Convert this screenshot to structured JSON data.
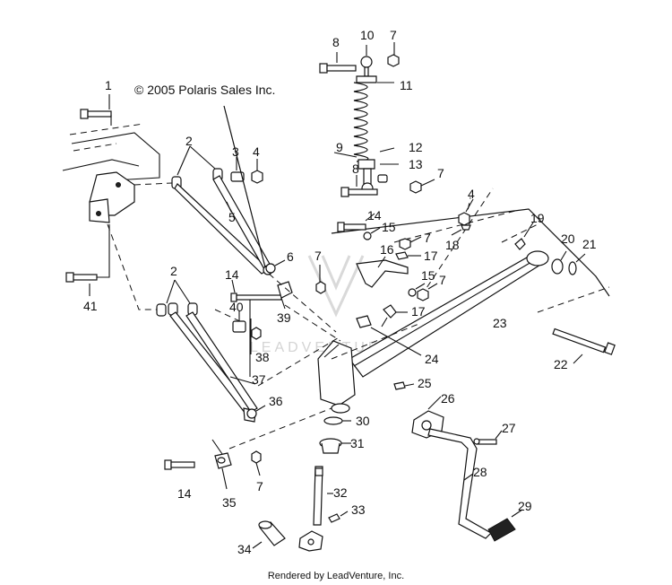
{
  "diagram": {
    "copyright": "© 2005 Polaris Sales Inc.",
    "footer": "Rendered by LeadVenture, Inc.",
    "watermark": "LEADVENTURE",
    "callouts": [
      "1",
      "2",
      "3",
      "4",
      "5",
      "6",
      "7",
      "8",
      "9",
      "10",
      "11",
      "12",
      "13",
      "14",
      "15",
      "16",
      "17",
      "18",
      "19",
      "20",
      "21",
      "22",
      "23",
      "24",
      "25",
      "26",
      "27",
      "28",
      "29",
      "30",
      "31",
      "32",
      "33",
      "34",
      "35",
      "36",
      "37",
      "38",
      "39",
      "40",
      "41"
    ]
  }
}
